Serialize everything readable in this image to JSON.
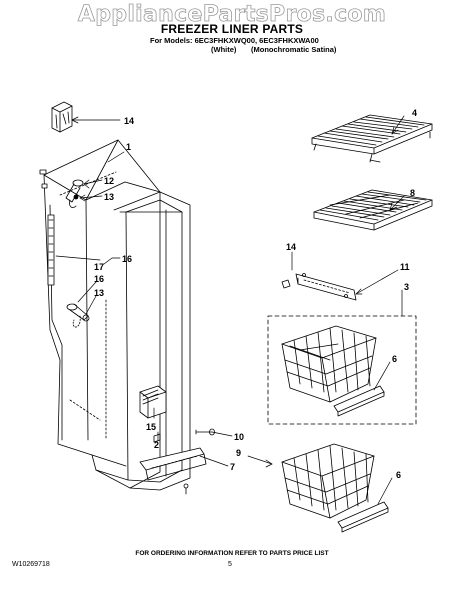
{
  "watermark": "AppliancePartsPros.com",
  "header": {
    "title": "FREEZER LINER PARTS",
    "models_line": "For Models: 6EC3FHKXWQ00, 6EC3FHKXWA00",
    "variant_1": "(White)",
    "variant_2": "(Monochromatic Satina)"
  },
  "callouts": {
    "c1": "1",
    "c2": "2",
    "c3": "3",
    "c4": "4",
    "c6a": "6",
    "c6b": "6",
    "c7": "7",
    "c8": "8",
    "c9": "9",
    "c10": "10",
    "c11": "11",
    "c12": "12",
    "c13a": "13",
    "c13b": "13",
    "c14a": "14",
    "c14b": "14",
    "c15": "15",
    "c16a": "16",
    "c16b": "16",
    "c17": "17"
  },
  "footer": {
    "note": "FOR ORDERING INFORMATION REFER TO PARTS PRICE LIST",
    "doc_number": "W10269718",
    "page_number": "5"
  }
}
